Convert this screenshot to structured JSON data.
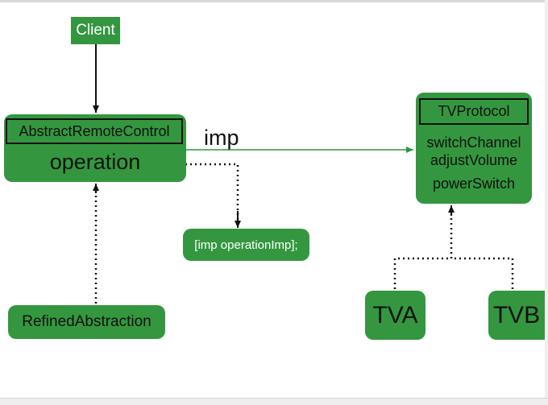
{
  "nodes": {
    "client": "Client",
    "abstraction": {
      "title": "AbstractRemoteControl",
      "method": "operation"
    },
    "implementor_ref_label": "imp",
    "operation_impl": "[imp operationImp];",
    "refined_abstraction": "RefinedAbstraction",
    "protocol": {
      "title": "TVProtocol",
      "methods": [
        "switchChannel",
        "adjustVolume",
        "powerSwitch"
      ]
    },
    "concrete_a": "TVA",
    "concrete_b": "TVB"
  },
  "colors": {
    "node_fill": "#34973f",
    "connector_line": "#34973f",
    "arrow_line": "#111111",
    "text_dark": "#111111",
    "text_light": "#ffffff"
  }
}
